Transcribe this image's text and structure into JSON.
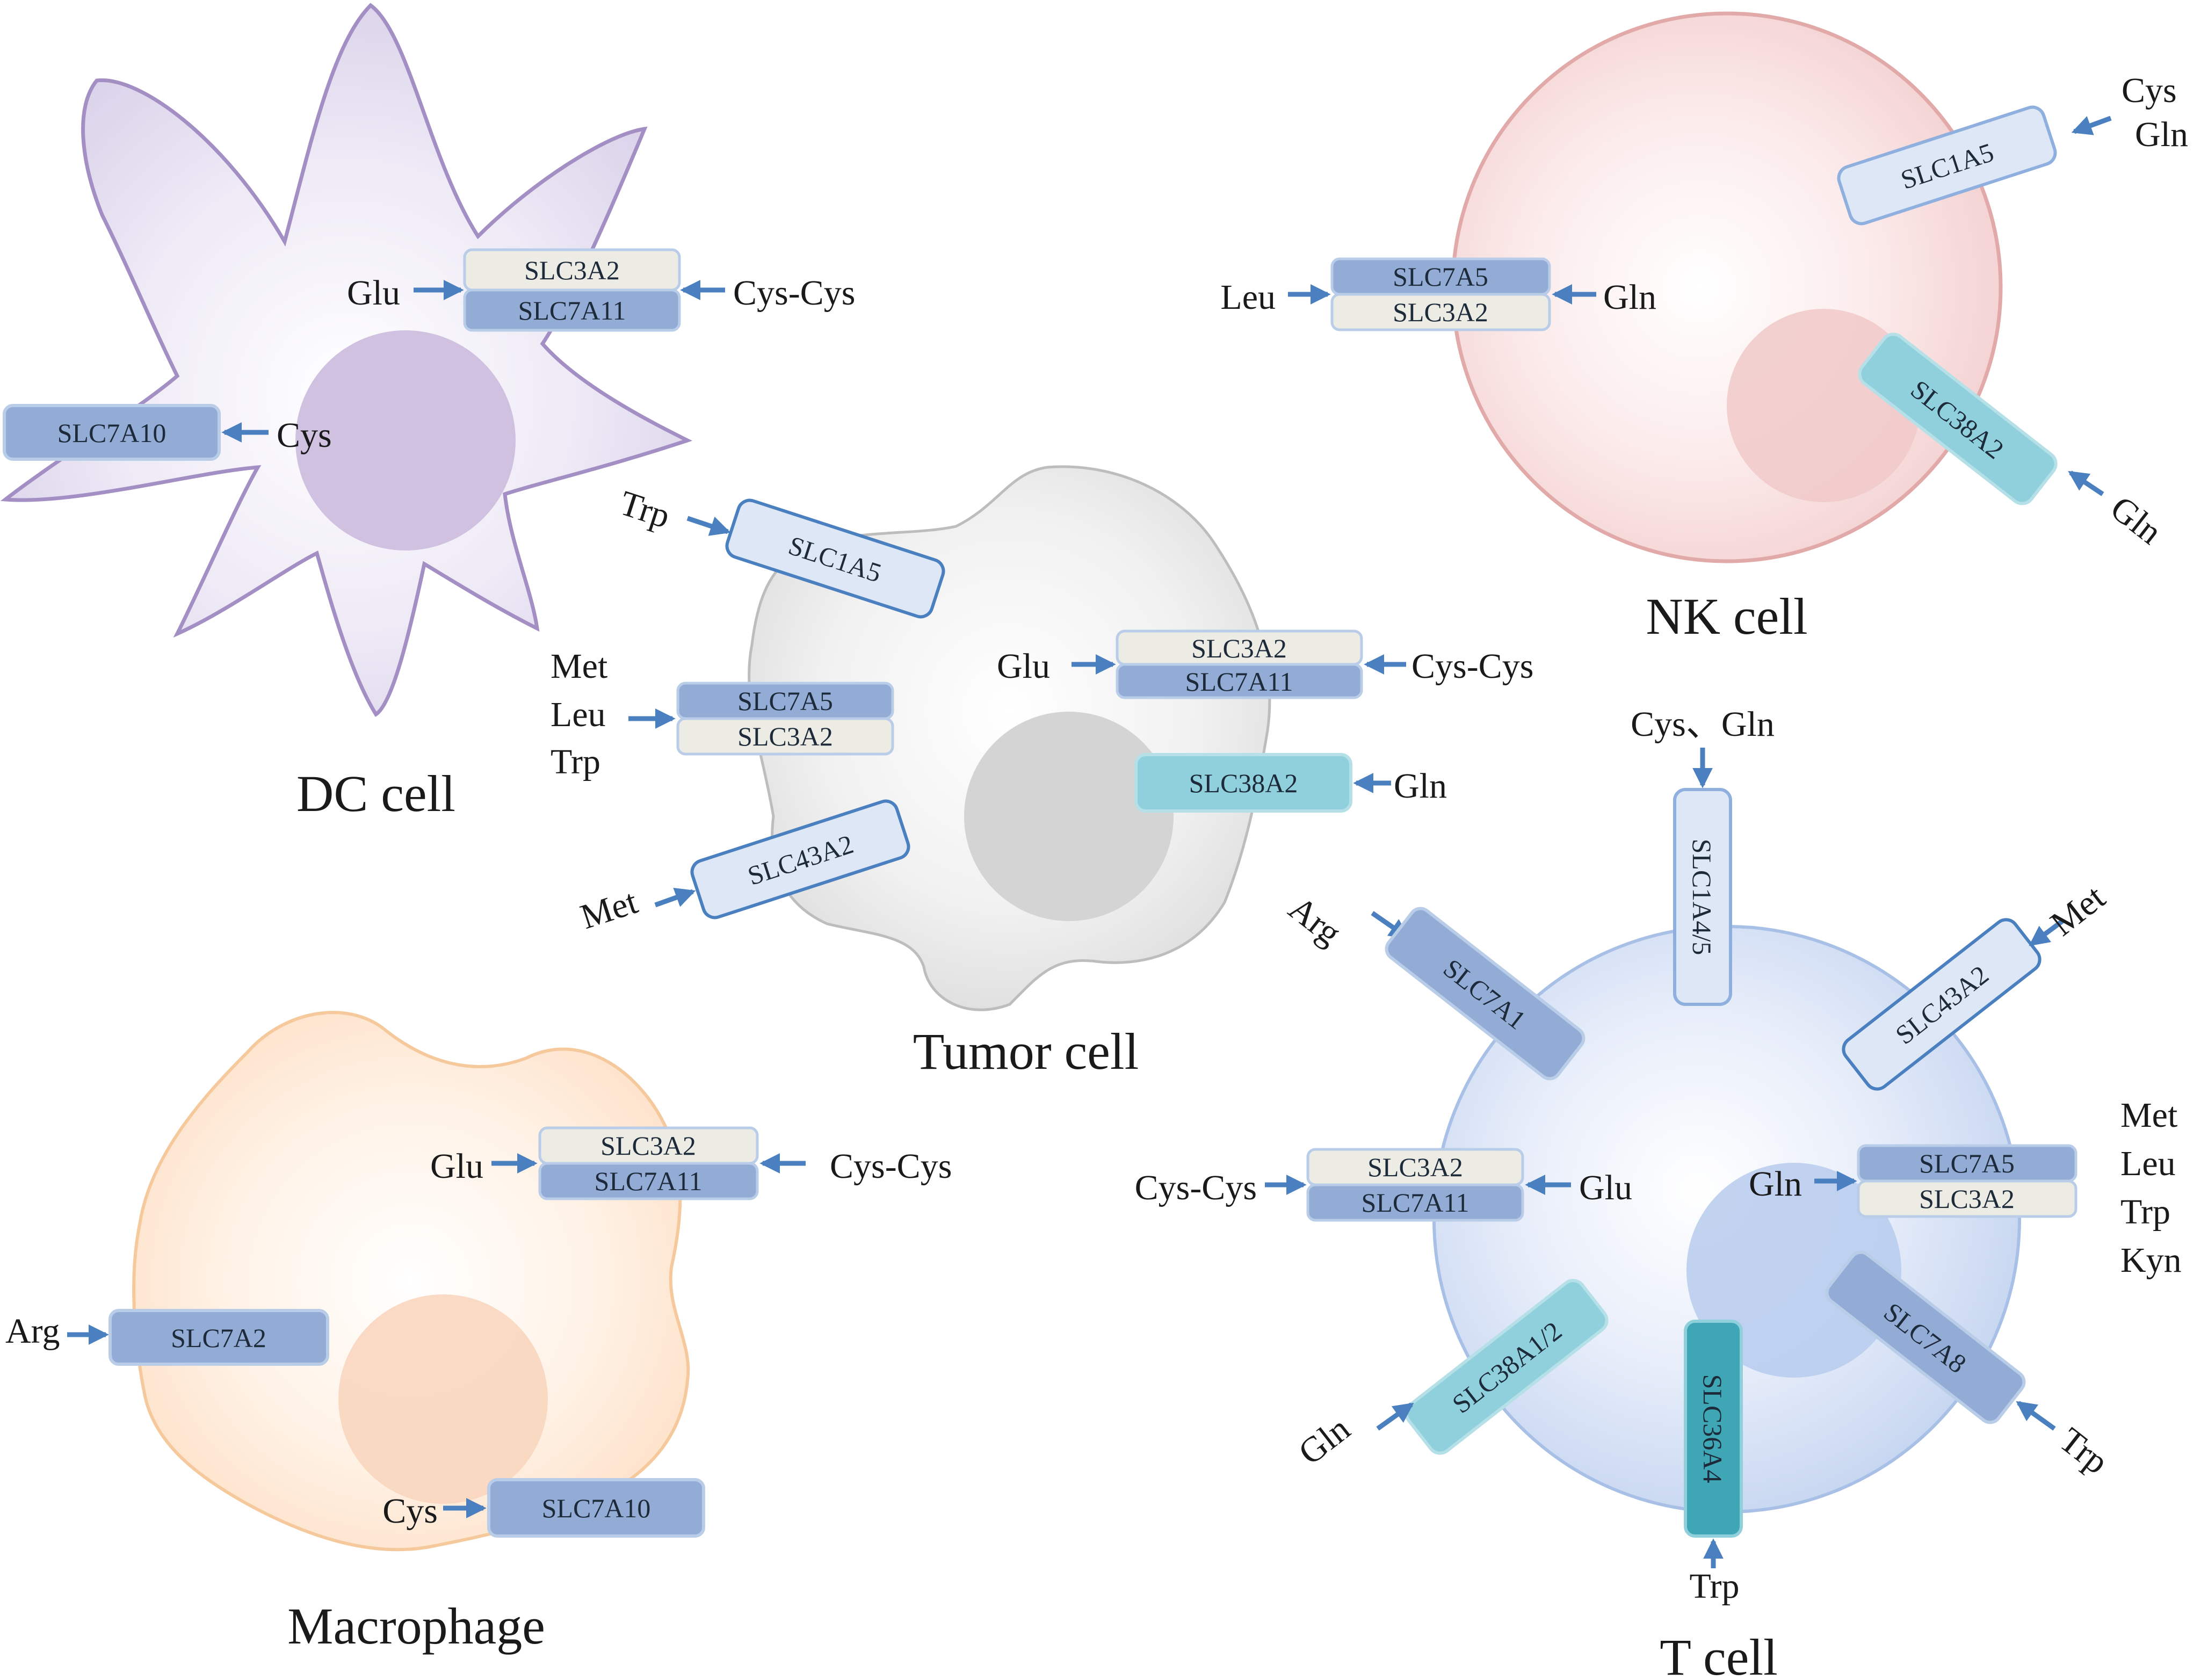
{
  "colors": {
    "arrow": "#4a7fc0",
    "dark_transporter": "#93acd6",
    "light_transporter": "#ecebe4",
    "pale_transporter": "#dde7f6",
    "teal_transporter": "#8fd0dc",
    "deep_teal_transporter": "#3ea6b4",
    "dc_cell": "#d9d1ea",
    "nk_cell": "#f6d6d6",
    "tumor_cell": "#e1e1e1",
    "macrophage": "#fde4cf",
    "t_cell": "#c8d8f2"
  },
  "cells": {
    "dc": "DC cell",
    "tumor": "Tumor cell",
    "macrophage": "Macrophage",
    "nk": "NK cell",
    "t": "T cell"
  },
  "dc": {
    "pair_top": "SLC3A2",
    "pair_bottom": "SLC7A11",
    "pair_left_substrate": "Glu",
    "pair_right_substrate": "Cys-Cys",
    "transporter_2": "SLC7A10",
    "transporter_2_substrate": "Cys"
  },
  "tumor": {
    "slc1a5": "SLC1A5",
    "slc1a5_substrate": "Trp",
    "pair_a_top": "SLC7A5",
    "pair_a_bottom": "SLC3A2",
    "pair_a_substrates": [
      "Met",
      "Leu",
      "Trp"
    ],
    "pair_b_top": "SLC3A2",
    "pair_b_bottom": "SLC7A11",
    "pair_b_left_substrate": "Glu",
    "pair_b_right_substrate": "Cys-Cys",
    "slc38a2": "SLC38A2",
    "slc38a2_substrate": "Gln",
    "slc43a2": "SLC43A2",
    "slc43a2_substrate": "Met"
  },
  "macrophage": {
    "pair_top": "SLC3A2",
    "pair_bottom": "SLC7A11",
    "pair_left_substrate": "Glu",
    "pair_right_substrate": "Cys-Cys",
    "slc7a2": "SLC7A2",
    "slc7a2_substrate": "Arg",
    "slc7a10": "SLC7A10",
    "slc7a10_substrate": "Cys"
  },
  "nk": {
    "slc1a5": "SLC1A5",
    "slc1a5_substrates": [
      "Cys",
      "Gln"
    ],
    "pair_top": "SLC7A5",
    "pair_bottom": "SLC3A2",
    "pair_left_substrate": "Leu",
    "pair_right_substrate": "Gln",
    "slc38a2": "SLC38A2",
    "slc38a2_substrate": "Gln"
  },
  "t": {
    "slc1a45": "SLC1A4/5",
    "slc1a45_substrate": "Cys、Gln",
    "slc7a1": "SLC7A1",
    "slc7a1_substrate": "Arg",
    "slc43a2": "SLC43A2",
    "slc43a2_substrate": "Met",
    "pair_a_top": "SLC3A2",
    "pair_a_bottom": "SLC7A11",
    "pair_a_left_substrate": "Cys-Cys",
    "pair_a_right_substrate": "Glu",
    "pair_b_top": "SLC7A5",
    "pair_b_bottom": "SLC3A2",
    "pair_b_left_substrate": "Gln",
    "pair_b_substrates": [
      "Met",
      "Leu",
      "Trp",
      "Kyn"
    ],
    "slc38a12": "SLC38A1/2",
    "slc38a12_substrate": "Gln",
    "slc36a4": "SLC36A4",
    "slc36a4_substrate": "Trp",
    "slc7a8": "SLC7A8",
    "slc7a8_substrate": "Trp"
  }
}
